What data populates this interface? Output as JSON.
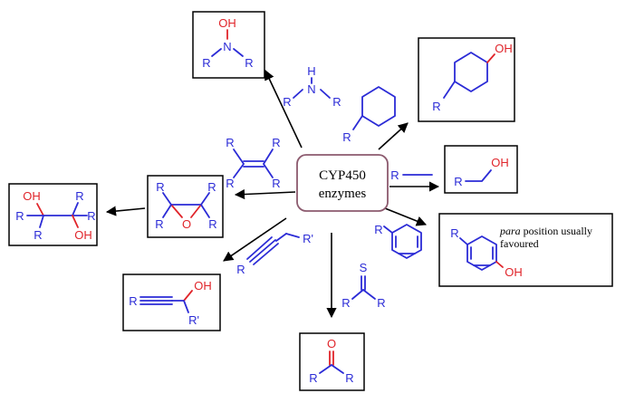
{
  "center": {
    "line1": "CYP450",
    "line2": "enzymes"
  },
  "atoms": {
    "R": "R",
    "Rp": "R'",
    "N": "N",
    "H": "H",
    "O": "O",
    "S": "S",
    "OH": "OH"
  },
  "aromatic_note": {
    "para_word": "para",
    "rest_line1": "position usually",
    "line2": "favoured"
  },
  "colors": {
    "bond": "#2b2bd6",
    "hetero": "#e0242a",
    "line": "#000000",
    "center_border": "#8c5a6e"
  }
}
